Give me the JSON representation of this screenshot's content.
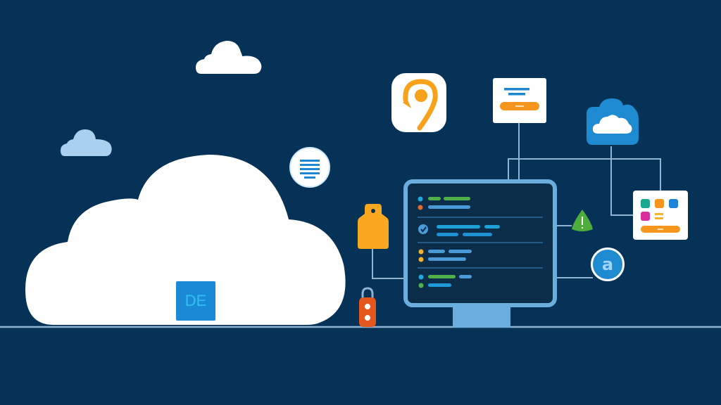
{
  "scene": {
    "description": "Cloud computing infrastructure illustration",
    "background_color": "#053256",
    "ground_line_color": "#8fb3d3"
  },
  "main_cloud": {
    "badge_label": "DE",
    "fill": "#ffffff",
    "badge_color": "#1a8ad6",
    "badge_text_color": "#2ec3ee"
  },
  "decor_clouds": [
    {
      "name": "white-cloud",
      "color": "#ffffff"
    },
    {
      "name": "light-blue-cloud",
      "color": "#a9d1ef"
    }
  ],
  "icons": {
    "document_bubble": "document-list-icon",
    "location_app": "location-pin-icon",
    "dialog_card": "dialog-card-icon",
    "cloud_tile": "cloud-tile-icon",
    "app_grid": "app-grid-icon",
    "warning": "warning-triangle-icon",
    "chat_bubble_label": "a",
    "tag_lock": "tag-lock-icon",
    "padlock": "padlock-icon"
  },
  "colors": {
    "orange": "#f7a21a",
    "red_orange": "#e4561b",
    "blue": "#1e8ad0",
    "light_blue": "#6aaede",
    "green": "#4eae3c",
    "teal": "#1aa98e",
    "magenta": "#d92f9e",
    "line": "#8fb3d3"
  },
  "monitor": {
    "rows": [
      {
        "dots": [
          "#1ea8de",
          "#e06a2a"
        ],
        "bars": [
          [
            "#4fb14a",
            "#4fb14a"
          ],
          [
            "#4a9ad8"
          ]
        ]
      },
      {
        "icon": "check-circle-icon",
        "bars": [
          [
            "#1ea0d8",
            "#1ea0d8"
          ],
          [
            "#1e90d4",
            "#1e90d4"
          ]
        ]
      },
      {
        "dots": [
          "#f3b12a",
          "#f3b12a"
        ],
        "bars": [
          [
            "#4a9ad8",
            "#4a9ad8"
          ],
          [
            "#4a9ad8"
          ]
        ]
      },
      {
        "dots": [
          "#1ea8de",
          "#4fb14a"
        ],
        "bars": [
          [
            "#4fb14a",
            "#4a9ad8"
          ],
          [
            "#1e9ad8"
          ]
        ]
      }
    ]
  }
}
